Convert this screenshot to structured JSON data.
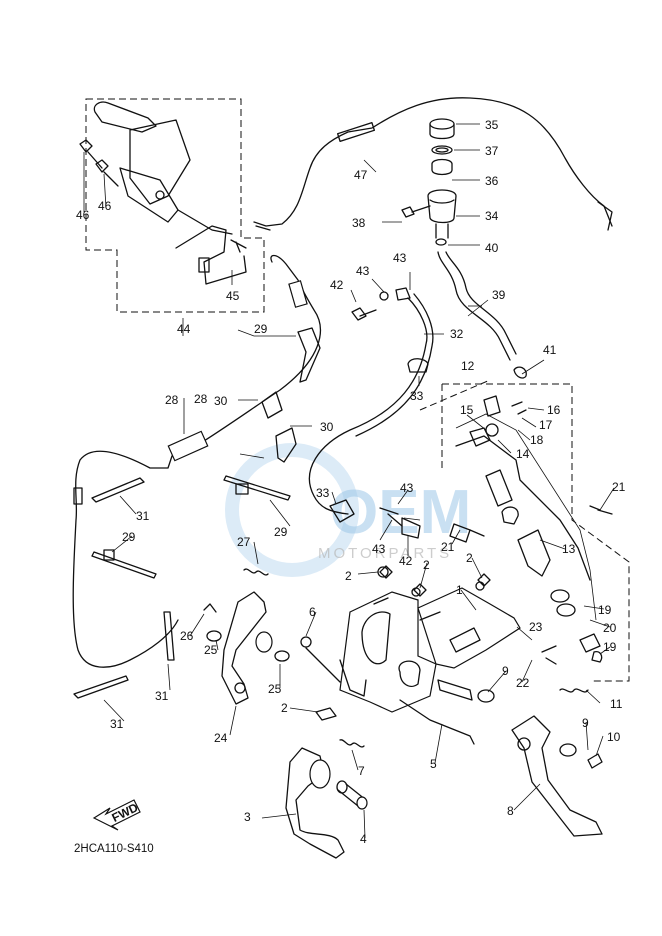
{
  "diagram_code": "2HCA110-S410",
  "fwd_label": "FWD",
  "watermark": {
    "main": "OEM",
    "sub": "MOTORPARTS"
  },
  "callouts": [
    "1",
    "2",
    "2",
    "2",
    "2",
    "3",
    "4",
    "5",
    "6",
    "7",
    "8",
    "9",
    "9",
    "10",
    "11",
    "12",
    "13",
    "14",
    "15",
    "16",
    "17",
    "18",
    "19",
    "19",
    "20",
    "21",
    "21",
    "22",
    "23",
    "24",
    "25",
    "25",
    "26",
    "27",
    "28",
    "29",
    "29",
    "29",
    "30",
    "30",
    "31",
    "31",
    "31",
    "31",
    "32",
    "33",
    "33",
    "34",
    "35",
    "36",
    "37",
    "38",
    "39",
    "40",
    "41",
    "42",
    "42",
    "43",
    "43",
    "43",
    "43",
    "44",
    "45",
    "46",
    "46",
    "47"
  ]
}
